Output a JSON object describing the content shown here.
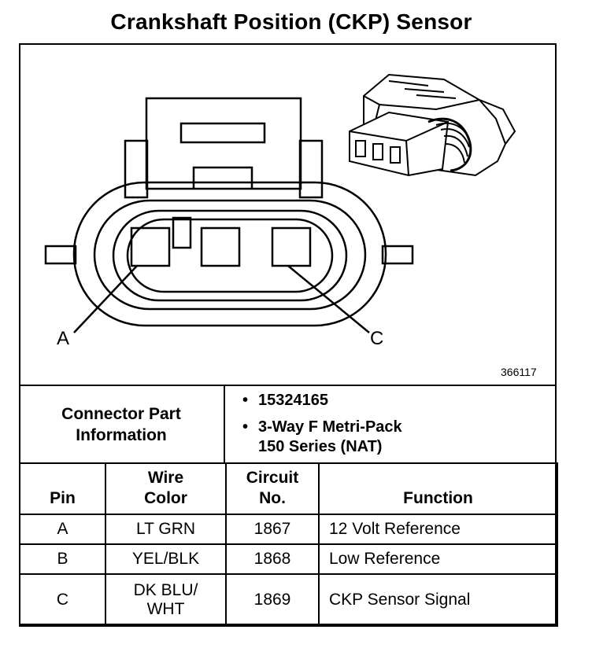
{
  "title": "Crankshaft Position (CKP) Sensor",
  "diagram": {
    "label_a": "A",
    "label_c": "C",
    "figure_number": "366117"
  },
  "connector_info": {
    "label_line1": "Connector Part",
    "label_line2": "Information",
    "bullet_char": "•",
    "part_number": "15324165",
    "description_line1": "3-Way F Metri-Pack",
    "description_line2": "150 Series (NAT)"
  },
  "table": {
    "headers": {
      "pin": "Pin",
      "wire_color_line1": "Wire",
      "wire_color_line2": "Color",
      "circuit_line1": "Circuit",
      "circuit_line2": "No.",
      "function": "Function"
    },
    "rows": [
      {
        "pin": "A",
        "wire_line1": "LT GRN",
        "wire_line2": "",
        "circuit": "1867",
        "function": "12 Volt Reference"
      },
      {
        "pin": "B",
        "wire_line1": "YEL/BLK",
        "wire_line2": "",
        "circuit": "1868",
        "function": "Low Reference"
      },
      {
        "pin": "C",
        "wire_line1": "DK BLU/",
        "wire_line2": "WHT",
        "circuit": "1869",
        "function": "CKP Sensor Signal"
      }
    ]
  }
}
